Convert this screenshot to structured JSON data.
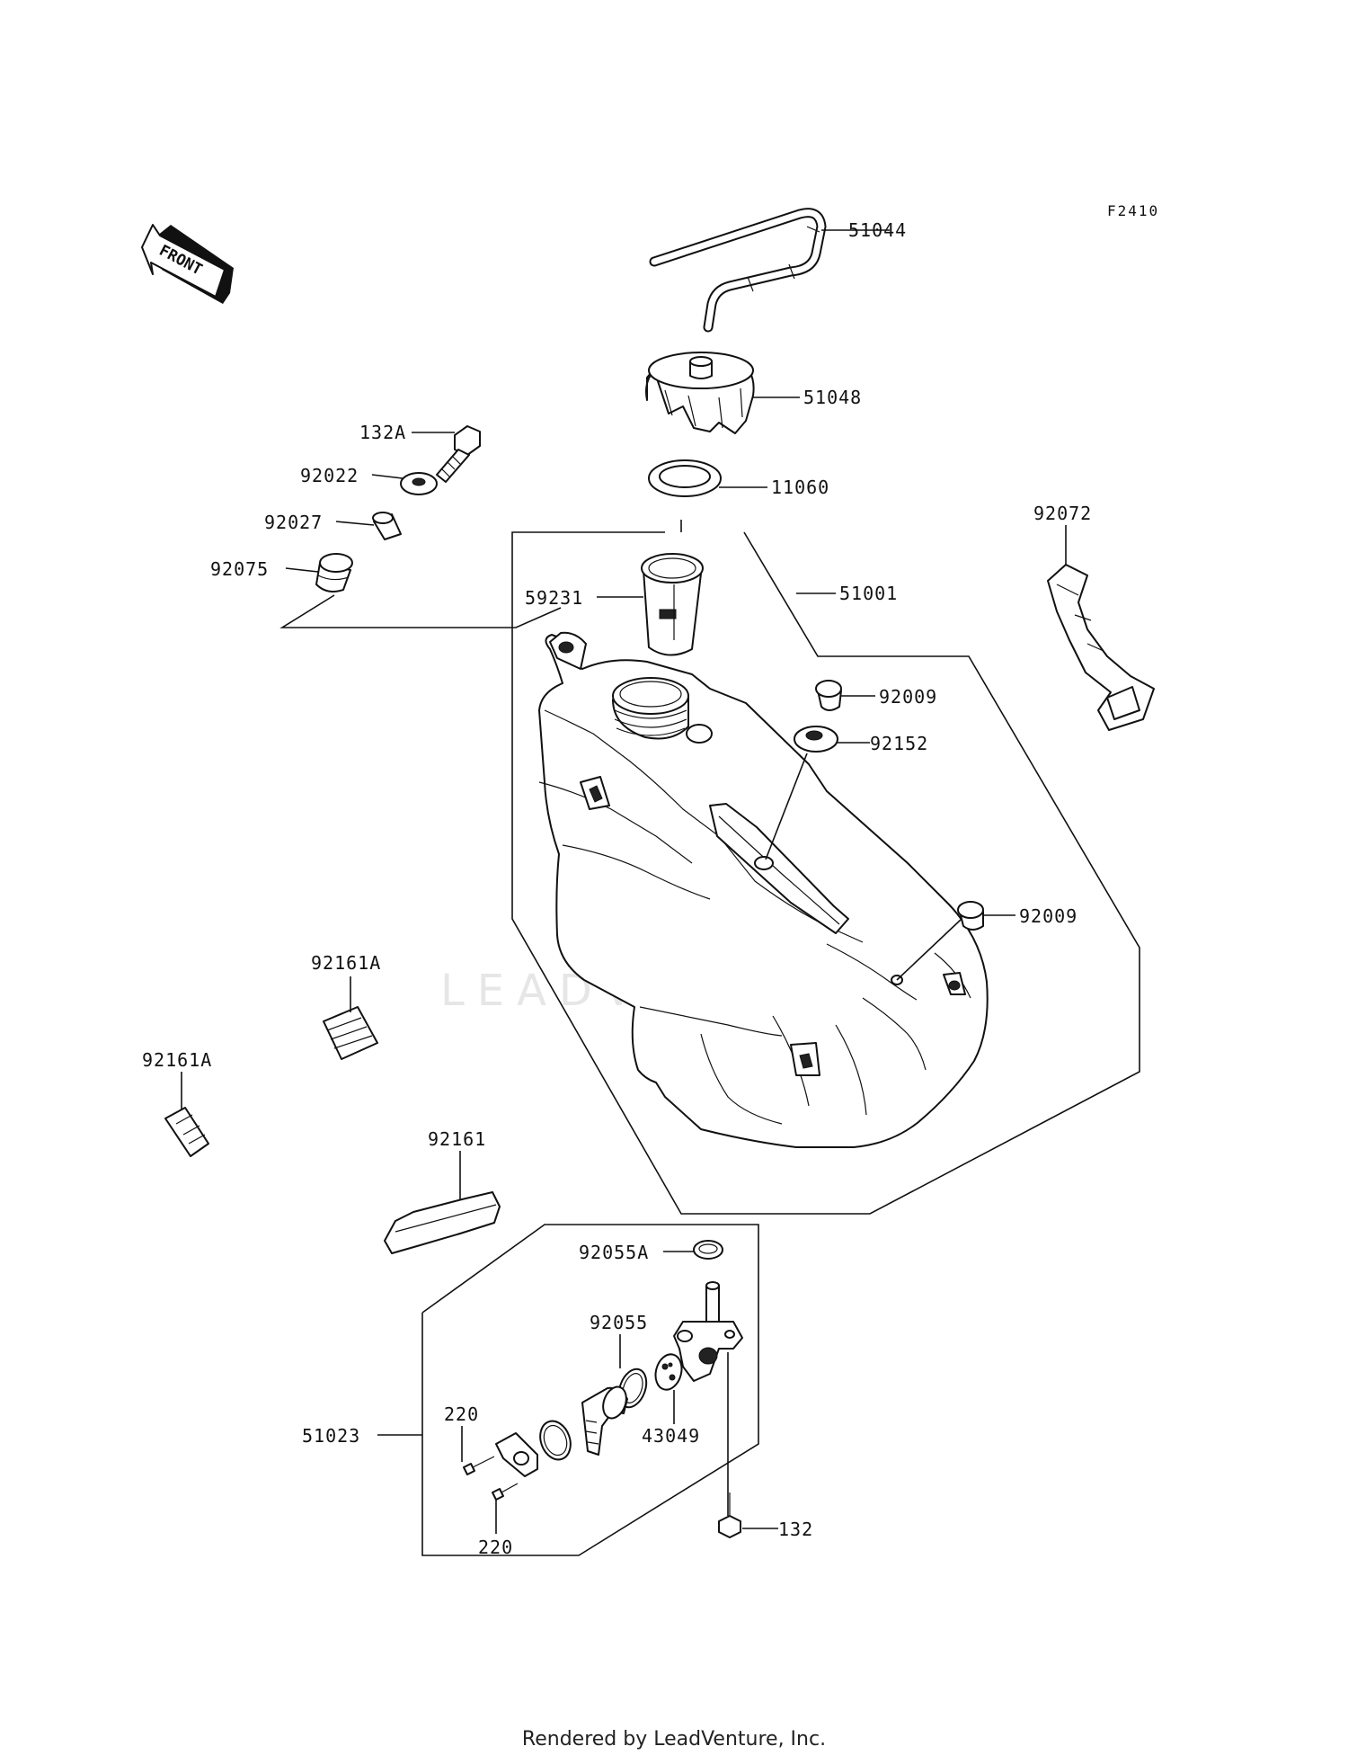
{
  "diagram_code": "F2410",
  "front_marker": "FRONT",
  "watermark": "LEADVENTURE",
  "footer": "Rendered by LeadVenture, Inc.",
  "callouts": {
    "c51044": "51044",
    "c51048": "51048",
    "c11060": "11060",
    "c51001": "51001",
    "c59231": "59231",
    "c132A": "132A",
    "c92022": "92022",
    "c92027": "92027",
    "c92075": "92075",
    "c92072": "92072",
    "c92009a": "92009",
    "c92152": "92152",
    "c92009b": "92009",
    "c92161Aa": "92161A",
    "c92161Ab": "92161A",
    "c92161": "92161",
    "c92055A": "92055A",
    "c92055": "92055",
    "c43049": "43049",
    "c51023": "51023",
    "c220a": "220",
    "c220b": "220",
    "c132": "132"
  }
}
